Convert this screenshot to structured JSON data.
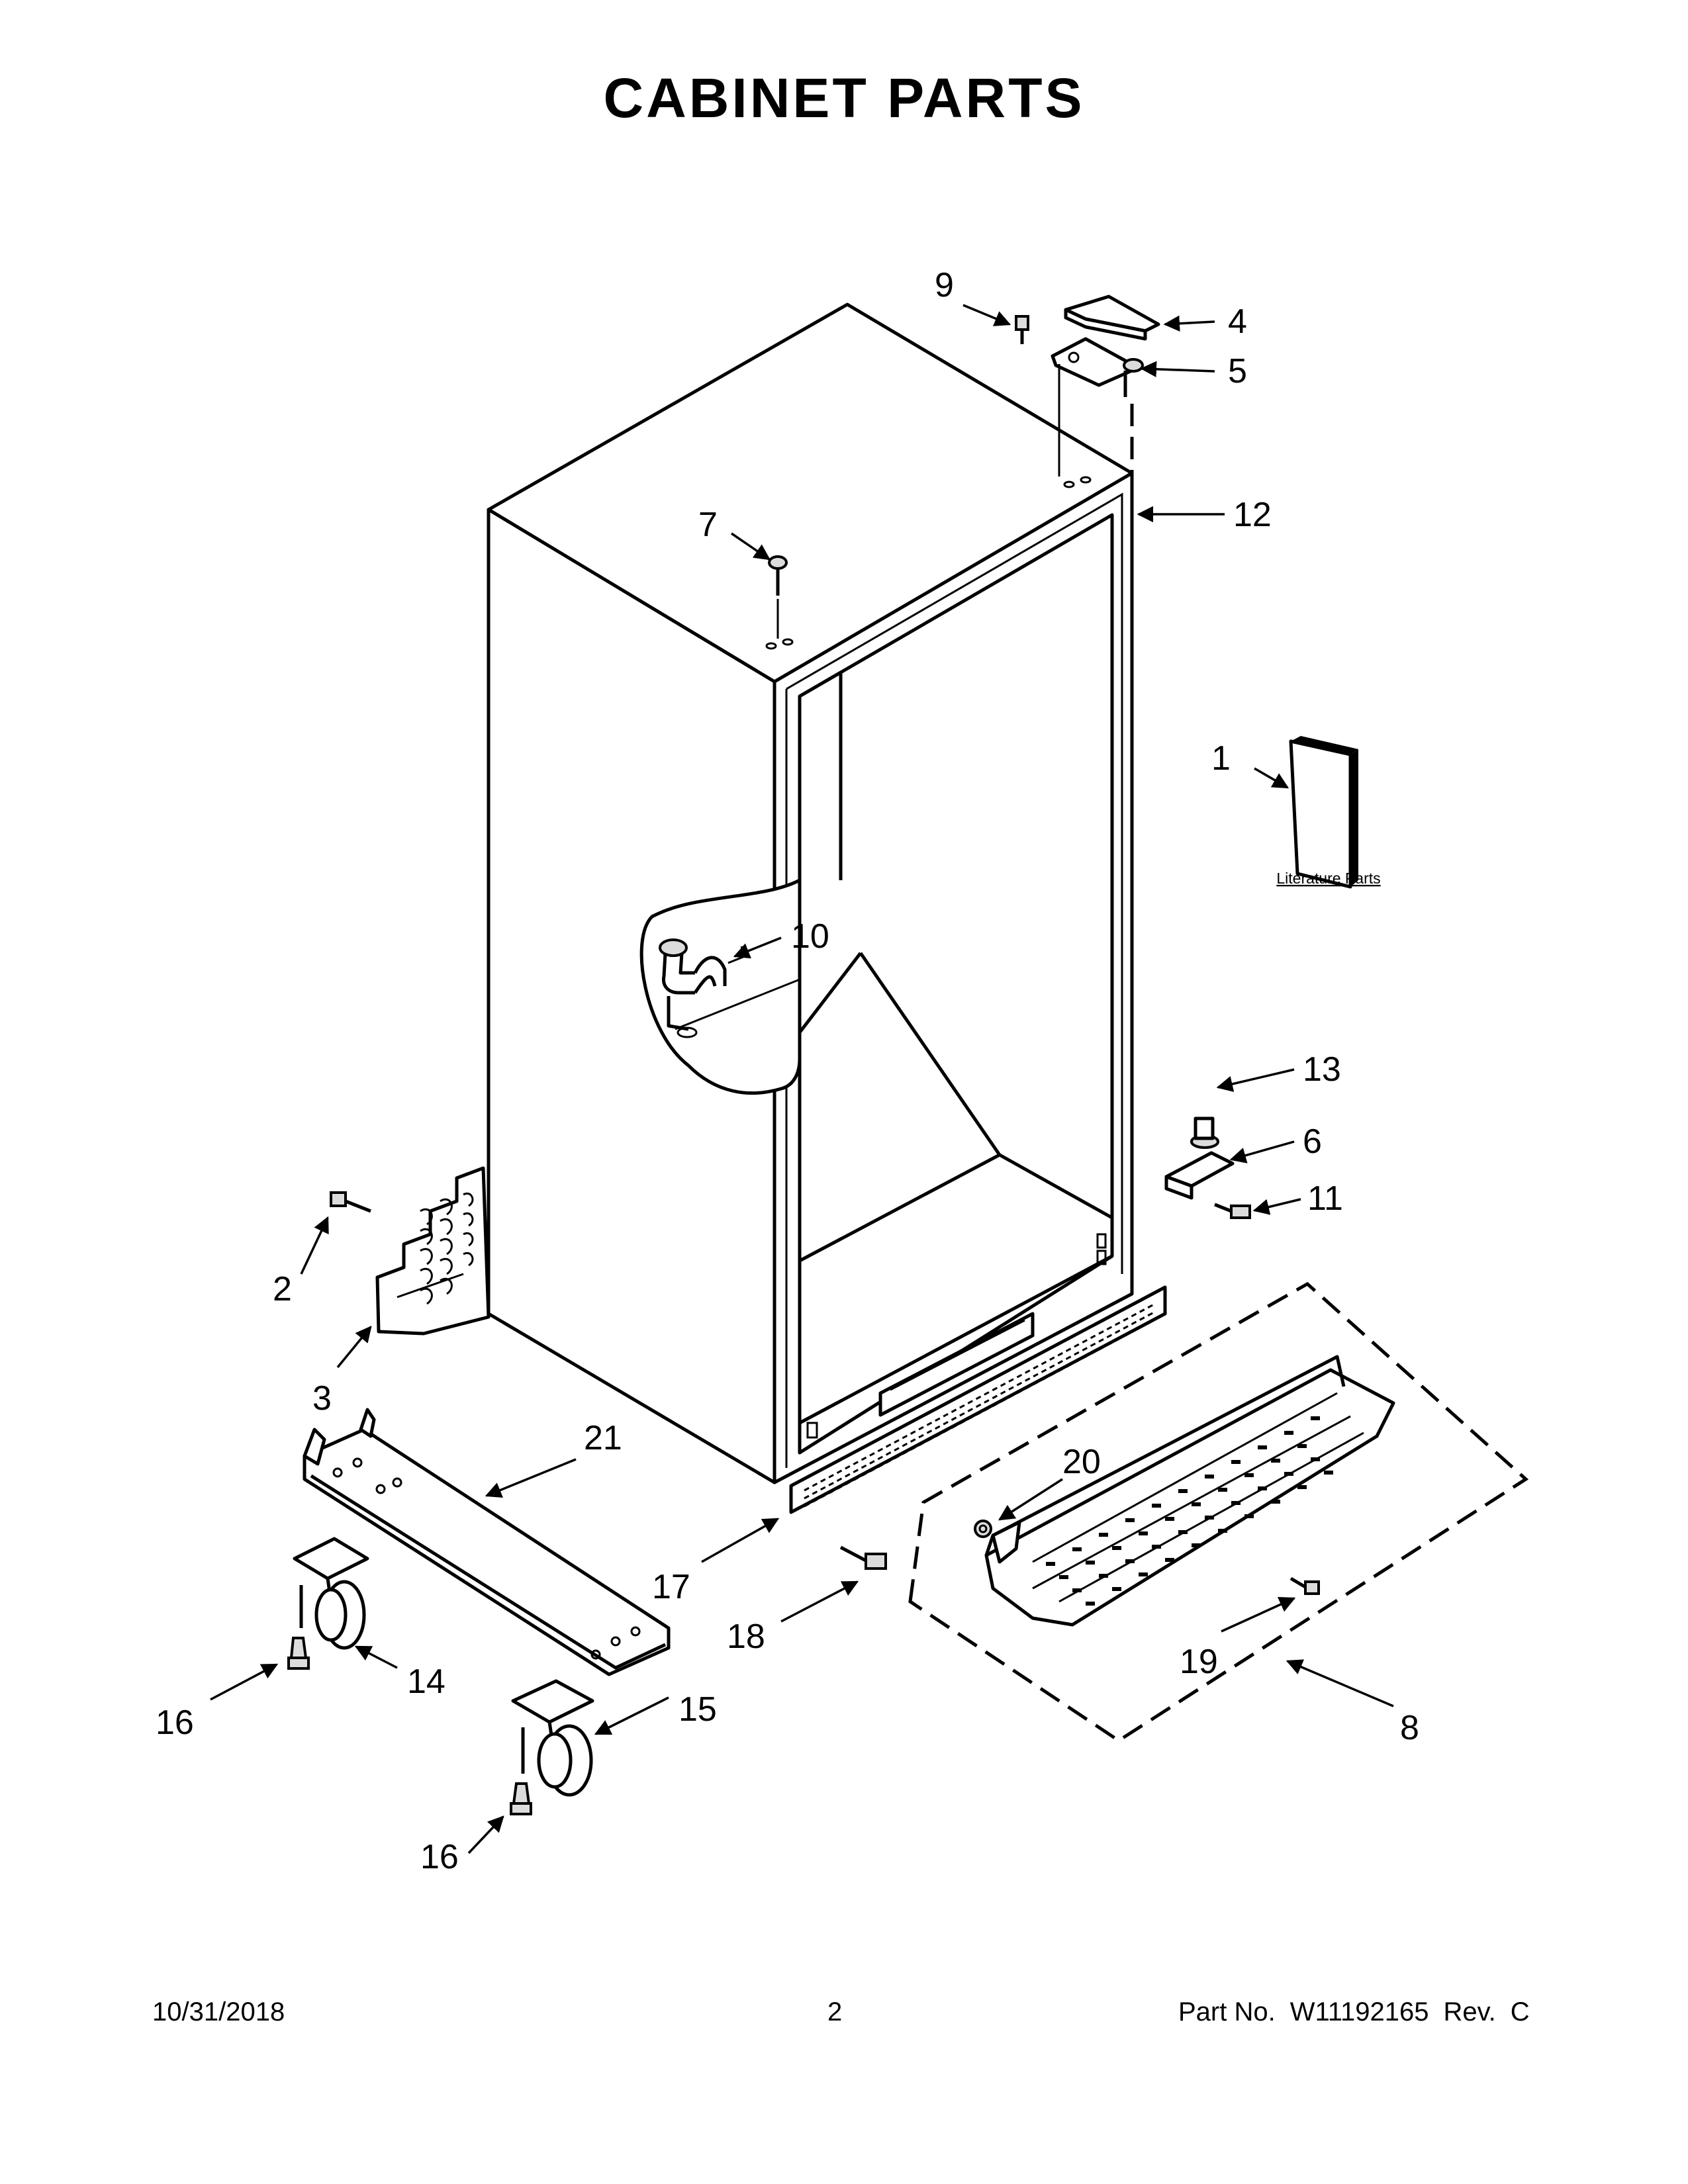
{
  "title": "CABINET PARTS",
  "callouts": {
    "c1": "1",
    "c2": "2",
    "c3": "3",
    "c4": "4",
    "c5": "5",
    "c6": "6",
    "c7": "7",
    "c8": "8",
    "c9": "9",
    "c10": "10",
    "c11": "11",
    "c12": "12",
    "c13": "13",
    "c14": "14",
    "c15": "15",
    "c16a": "16",
    "c16b": "16",
    "c17": "17",
    "c18": "18",
    "c19": "19",
    "c20": "20",
    "c21": "21"
  },
  "literature_label": "Literature Parts",
  "footer": {
    "date": "10/31/2018",
    "page": "2",
    "part_label": "Part No.",
    "part_number": "W11192165",
    "rev_label": "Rev.",
    "rev": "C"
  }
}
